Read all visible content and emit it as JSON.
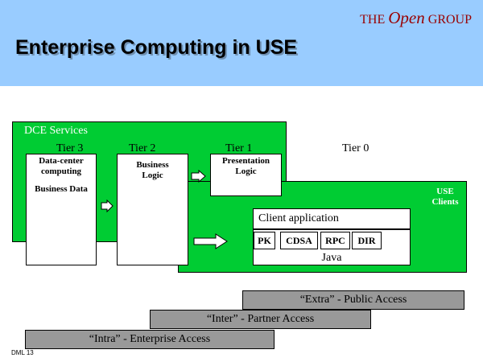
{
  "header": {
    "logo_the": "THE",
    "logo_open": "Open",
    "logo_group": "GROUP",
    "title": "Enterprise Computing in USE"
  },
  "diagram": {
    "dce_label": "DCE Services",
    "tiers": {
      "tier3": "Tier 3",
      "tier2": "Tier 2",
      "tier1": "Tier 1",
      "tier0": "Tier 0"
    },
    "tier3_box": {
      "line1": "Data-center",
      "line2": "computing",
      "line3": "Business Data"
    },
    "tier2_box": {
      "line1": "Business",
      "line2": "Logic"
    },
    "tier1_box": {
      "line1": "Presentation",
      "line2": "Logic"
    },
    "use_clients": {
      "line1": "USE",
      "line2": "Clients"
    },
    "client_app": "Client application",
    "components": [
      "PK",
      "CDSA",
      "RPC",
      "DIR"
    ],
    "java": "Java",
    "access_bars": {
      "extra": "“Extra” - Public Access",
      "inter": "“Inter” - Partner Access",
      "intra": "“Intra” - Enterprise Access"
    }
  },
  "footer": {
    "slide_id": "DML 13"
  },
  "colors": {
    "header_bg": "#99ccff",
    "green": "#00cc33",
    "gray": "#999999",
    "logo": "#990000"
  }
}
